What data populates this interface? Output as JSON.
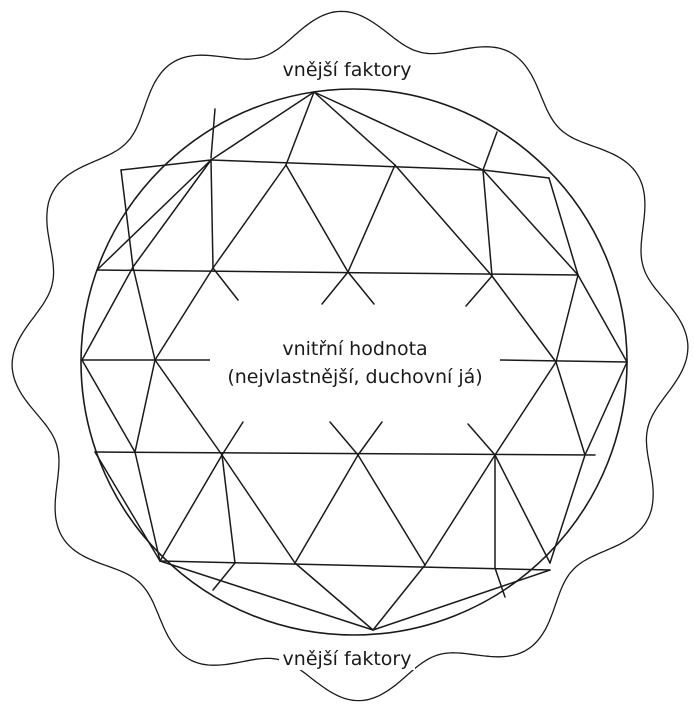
{
  "labels": {
    "outer_top": "vnější faktory",
    "outer_bottom": "vnější faktory",
    "center_line1": "vnitřní hodnota",
    "center_line2": "(nejvlastnější, duchovní já)"
  },
  "colors": {
    "stroke": "#1a1a1a",
    "background": "#ffffff"
  }
}
